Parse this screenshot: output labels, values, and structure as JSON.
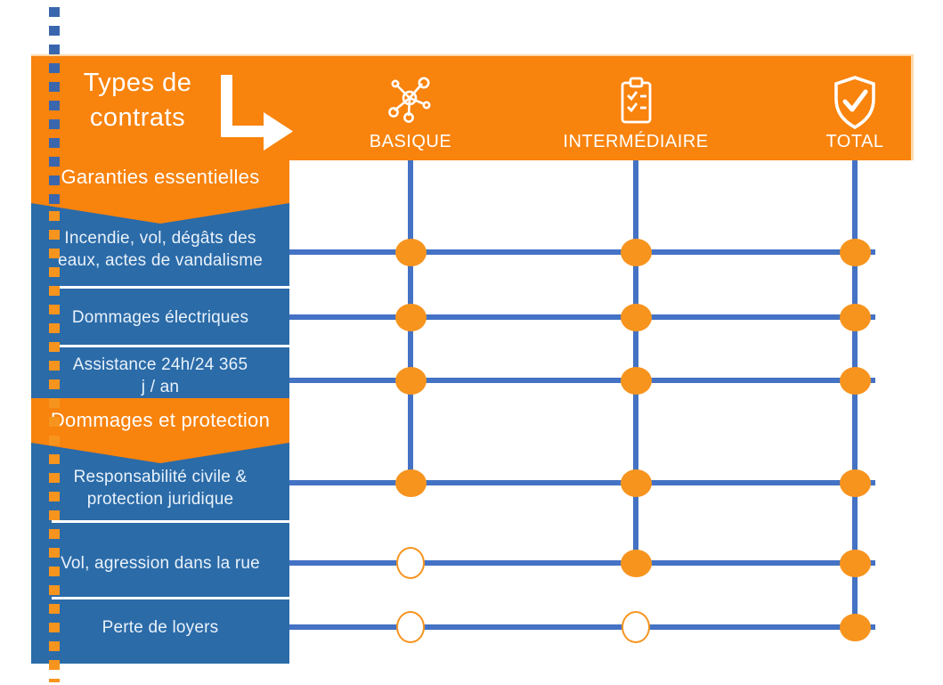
{
  "header": {
    "title_line1": "Types de",
    "title_line2": "contrats",
    "arrow_icon": "l-shaped-arrow-icon"
  },
  "columns": [
    {
      "label": "BASIQUE",
      "icon": "network-hub-icon"
    },
    {
      "label": "INTERMÉDIAIRE",
      "icon": "checklist-clipboard-icon"
    },
    {
      "label": "TOTAL",
      "icon": "shield-check-icon"
    }
  ],
  "sections": [
    {
      "label": "Garanties essentielles"
    },
    {
      "label": "Dommages et protection"
    }
  ],
  "rows": [
    {
      "label": "Incendie, vol, dégâts des eaux, actes de vandalisme",
      "lines": [
        "Incendie, vol, dégâts des",
        "eaux, actes de vandalisme"
      ],
      "section": 0,
      "covered": [
        true,
        true,
        true
      ]
    },
    {
      "label": "Dommages électriques",
      "lines": [
        "Dommages électriques"
      ],
      "section": 0,
      "covered": [
        true,
        true,
        true
      ]
    },
    {
      "label": "Assistance 24h/24 365 j / an",
      "lines": [
        "Assistance 24h/24 365",
        "j / an"
      ],
      "section": 0,
      "covered": [
        true,
        true,
        true
      ]
    },
    {
      "label": "Responsabilité civile & protection juridique",
      "lines": [
        "Responsabilité civile &",
        "protection juridique"
      ],
      "section": 1,
      "covered": [
        true,
        true,
        true
      ]
    },
    {
      "label": "Vol, agression dans la rue",
      "lines": [
        "Vol, agression dans la rue"
      ],
      "section": 1,
      "covered": [
        false,
        true,
        true
      ]
    },
    {
      "label": "Perte de loyers",
      "lines": [
        "Perte de loyers"
      ],
      "section": 1,
      "covered": [
        false,
        false,
        true
      ]
    }
  ],
  "colors": {
    "banner_orange": "#F8830D",
    "dot_orange": "#F7941E",
    "panel_blue": "#2B6BA8",
    "grid_line_blue": "#4472C4",
    "dash_blue": "#3A66AE",
    "row_text_light": "#E9F2FA",
    "header_text": "#FFFFFF"
  }
}
